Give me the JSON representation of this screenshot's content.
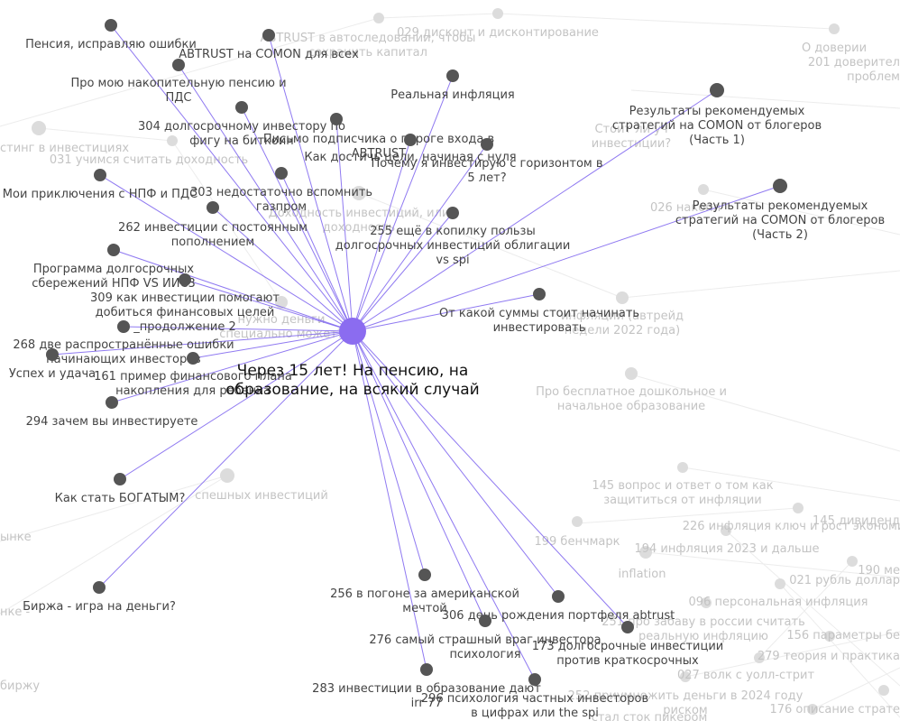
{
  "graph": {
    "colors": {
      "edge_highlight": "#7b61ee",
      "node_highlight": "#555555",
      "node_center": "#8b6cf0",
      "node_background": "#dcdcdc",
      "label_background": "#c4c4c4",
      "label_highlight": "#444444"
    },
    "center": {
      "label_lines": [
        "Через 15 лет! На пенсию, на",
        "образование, на всякий случай"
      ]
    },
    "neighbors": [
      {
        "id": "n1",
        "label_lines": [
          "Пенсия, исправляю ошибки"
        ]
      },
      {
        "id": "n2",
        "label_lines": [
          "ABTRUST на COMON для всех"
        ]
      },
      {
        "id": "n3",
        "label_lines": [
          "Про мою накопительную пенсию и",
          "ПДС"
        ]
      },
      {
        "id": "n4",
        "label_lines": [
          "304 долгосрочному инвестору по",
          "фигу на биткоин"
        ]
      },
      {
        "id": "n5",
        "label_lines": [
          "Письмо подписчика о пороге входа в",
          "ABTRUST"
        ]
      },
      {
        "id": "n6",
        "label_lines": [
          "Как достичь цели, начиная с нуля"
        ]
      },
      {
        "id": "n7",
        "label_lines": [
          "Реальная инфляция"
        ]
      },
      {
        "id": "n8",
        "label_lines": [
          "Почему я инвестирую с горизонтом в",
          "5 лет?"
        ]
      },
      {
        "id": "n9",
        "label_lines": [
          "Результаты рекомендуемых",
          "стратегий на COMON от блогеров",
          "(Часть 1)"
        ]
      },
      {
        "id": "n10",
        "label_lines": [
          "Результаты рекомендуемых",
          "стратегий на COMON от блогеров",
          "(Часть 2)"
        ]
      },
      {
        "id": "n11",
        "label_lines": [
          "Мои приключения с НПФ и ПДС"
        ]
      },
      {
        "id": "n12",
        "label_lines": [
          "303 недостаточно вспомнить",
          "газпром"
        ]
      },
      {
        "id": "n13",
        "label_lines": [
          "262 инвестиции с постоянным",
          "пополнением"
        ]
      },
      {
        "id": "n14",
        "label_lines": [
          "255 ещё в копилку пользы",
          "долгосрочных инвестиций облигации",
          "vs spi"
        ]
      },
      {
        "id": "n15",
        "label_lines": [
          "Программа долгосрочных",
          "сбережений НПФ VS ИИС3"
        ]
      },
      {
        "id": "n16",
        "label_lines": [
          "309 как инвестиции помогают",
          "добиться финансовых целей",
          "_продолжение 2"
        ]
      },
      {
        "id": "n17",
        "label_lines": [
          "От какой суммы стоит начинать",
          "инвестировать"
        ]
      },
      {
        "id": "n18",
        "label_lines": [
          "268 две распространённые ошибки",
          "начинающих инвесторов"
        ]
      },
      {
        "id": "n19",
        "label_lines": [
          "Успех и удача"
        ]
      },
      {
        "id": "n20",
        "label_lines": [
          "161 пример финансового плана",
          "накопления для ребенка"
        ]
      },
      {
        "id": "n21",
        "label_lines": [
          "294 зачем вы инвестируете"
        ]
      },
      {
        "id": "n22",
        "label_lines": [
          "Как стать БОГАТЫМ?"
        ]
      },
      {
        "id": "n23",
        "label_lines": [
          "Биржа - игра на деньги?"
        ]
      },
      {
        "id": "n24",
        "label_lines": [
          "256 в погоне за американской",
          "мечтой"
        ]
      },
      {
        "id": "n25",
        "label_lines": [
          "306 день рождения портфеля abtrust"
        ]
      },
      {
        "id": "n26",
        "label_lines": [
          "276 самый страшный враг инвестора",
          "психология"
        ]
      },
      {
        "id": "n27",
        "label_lines": [
          "173 долгосрочные инвестиции",
          "против краткосрочных"
        ]
      },
      {
        "id": "n28",
        "label_lines": [
          "283 инвестиции в образование дают",
          "irr 77"
        ]
      },
      {
        "id": "n29",
        "label_lines": [
          "296 психология частных инвесторов",
          "в цифрах или the spi"
        ]
      }
    ],
    "background_nodes": [
      {
        "id": "b1",
        "label_lines": [
          "ABTRUST в автоследовании, чтобы",
          "сохранить капитал"
        ]
      },
      {
        "id": "b2",
        "label_lines": [
          "029 дисконт и дисконтирование"
        ]
      },
      {
        "id": "b3",
        "label_lines": [
          "О доверии"
        ]
      },
      {
        "id": "b4",
        "label_lines": [
          "201 доверител",
          "проблем"
        ]
      },
      {
        "id": "b5",
        "label_lines": [
          "стинг в инвестициях"
        ]
      },
      {
        "id": "b6",
        "label_lines": [
          "031 учимся считать доходность"
        ]
      },
      {
        "id": "b7",
        "label_lines": [
          "Стоит ли уч",
          "инвестиции?"
        ]
      },
      {
        "id": "b8",
        "label_lines": [
          "026 накопл"
        ]
      },
      {
        "id": "b9",
        "label_lines": [
          "Доходность инвестиций, или",
          "доходность"
        ]
      },
      {
        "id": "b10",
        "label_lines": [
          "нужно деньги",
          "специально может?"
        ]
      },
      {
        "id": "b11",
        "label_lines": [
          "инфляции (автрейд",
          "недели 2022 года)"
        ]
      },
      {
        "id": "b12",
        "label_lines": [
          "Про бесплатное дошкольное и",
          "начальное образование"
        ]
      },
      {
        "id": "b13",
        "label_lines": [
          "спешных инвестиций"
        ]
      },
      {
        "id": "b14",
        "label_lines": [
          "145 вопрос и ответ о том как",
          "защититься от инфляции"
        ]
      },
      {
        "id": "b15",
        "label_lines": [
          "145 дивиденд"
        ]
      },
      {
        "id": "b16",
        "label_lines": [
          "226 инфляция ключ и рост экономи"
        ]
      },
      {
        "id": "b17",
        "label_lines": [
          "ынке"
        ]
      },
      {
        "id": "b18",
        "label_lines": [
          "199 бенчмарк"
        ]
      },
      {
        "id": "b19",
        "label_lines": [
          "194 инфляция 2023 и дальше"
        ]
      },
      {
        "id": "b20",
        "label_lines": [
          "inflation"
        ]
      },
      {
        "id": "b21",
        "label_lines": [
          "190 ме"
        ]
      },
      {
        "id": "b22",
        "label_lines": [
          "021 рубль доллар"
        ]
      },
      {
        "id": "b23",
        "label_lines": [
          "нке -"
        ]
      },
      {
        "id": "b24",
        "label_lines": [
          "096 персональная инфляция"
        ]
      },
      {
        "id": "b25",
        "label_lines": [
          "251 про забаву в россии считать",
          "реальную инфляцию"
        ]
      },
      {
        "id": "b26",
        "label_lines": [
          "156 параметры бе"
        ]
      },
      {
        "id": "b27",
        "label_lines": [
          "279 теория и практика"
        ]
      },
      {
        "id": "b28",
        "label_lines": [
          "027 волк с уолл-стрит"
        ]
      },
      {
        "id": "b29",
        "label_lines": [
          "биржу"
        ]
      },
      {
        "id": "b30",
        "label_lines": [
          "252 приумножить деньги в 2024 году",
          "риском"
        ]
      },
      {
        "id": "b31",
        "label_lines": [
          "176 описание страте"
        ]
      },
      {
        "id": "b32",
        "label_lines": [
          "стал сток пикером"
        ]
      }
    ]
  }
}
